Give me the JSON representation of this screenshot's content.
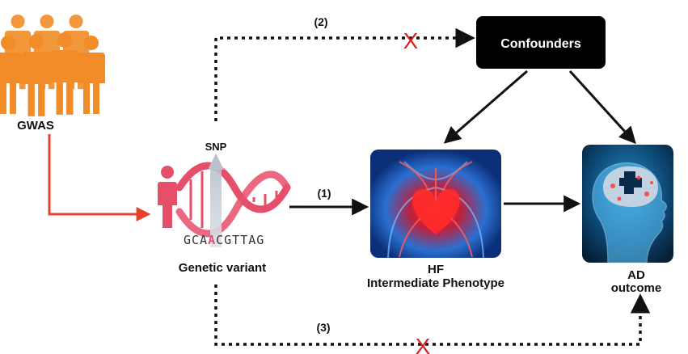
{
  "gwas": {
    "label": "GWAS"
  },
  "snp": {
    "label": "SNP"
  },
  "genetic_variant": {
    "label": "Genetic variant",
    "sequence": {
      "before": "GCA",
      "variant": "A",
      "after": "CGTTAG"
    }
  },
  "confounders": {
    "label": "Confounders"
  },
  "intermediate": {
    "line1": "HF",
    "line2": "Intermediate Phenotype"
  },
  "outcome": {
    "line1": "AD",
    "line2": "outcome"
  },
  "paths": {
    "p1": "(1)",
    "p2": "(2)",
    "p3": "(3)"
  },
  "blocked_mark": "X",
  "colors": {
    "people": "#f28c28",
    "gwas_arrow": "#e8402a",
    "dna_pink": "#e64f6a",
    "confounders_box": "#000000",
    "blocked_x": "#e02020",
    "heart_bg": "#0f3c8c",
    "brain_bg": "#0a2a4a"
  }
}
